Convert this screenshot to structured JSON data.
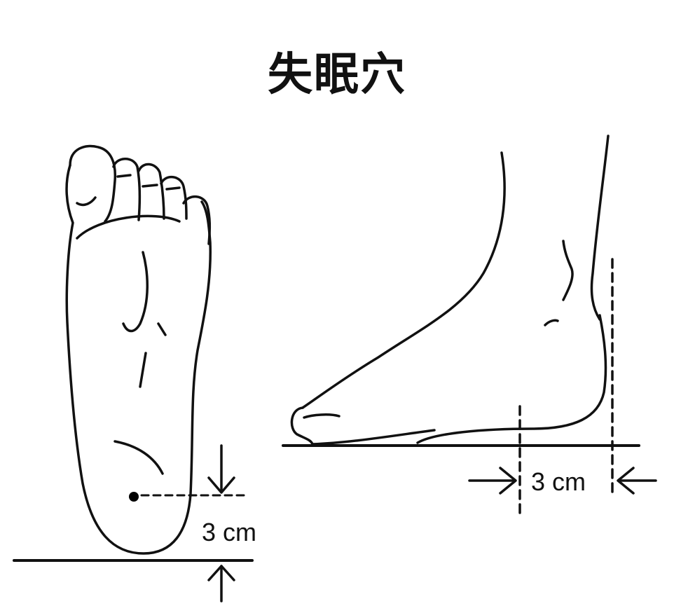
{
  "title": "失眠穴",
  "sole_view": {
    "distance_label": "3 cm"
  },
  "side_view": {
    "distance_label": "3 cm"
  },
  "colors": {
    "ink": "#111111",
    "point": "#000000",
    "background": "#ffffff"
  }
}
